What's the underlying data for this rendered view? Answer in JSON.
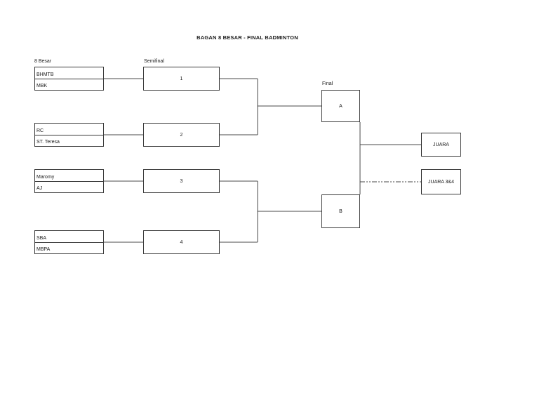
{
  "title": "BAGAN 8 BESAR - FINAL BADMINTON",
  "round_labels": {
    "quarterfinal": "8 Besar",
    "semifinal": "Semifinal",
    "final": "Final"
  },
  "quarterfinal_pairs": [
    {
      "top": "BHMTB",
      "bottom": "MBK"
    },
    {
      "top": "RC",
      "bottom": "ST. Teresa"
    },
    {
      "top": "Maromy",
      "bottom": "AJ"
    },
    {
      "top": "SBA",
      "bottom": "MBPA"
    }
  ],
  "semifinal_matches": [
    "1",
    "2",
    "3",
    "4"
  ],
  "final_matches": [
    "A",
    "B"
  ],
  "results": {
    "champion_label": "JUARA",
    "third_place_label": "JUARA 3&4"
  },
  "colors": {
    "line": "#4a4a4a",
    "border": "#383838",
    "text": "#1a1a1a",
    "background": "#ffffff"
  }
}
